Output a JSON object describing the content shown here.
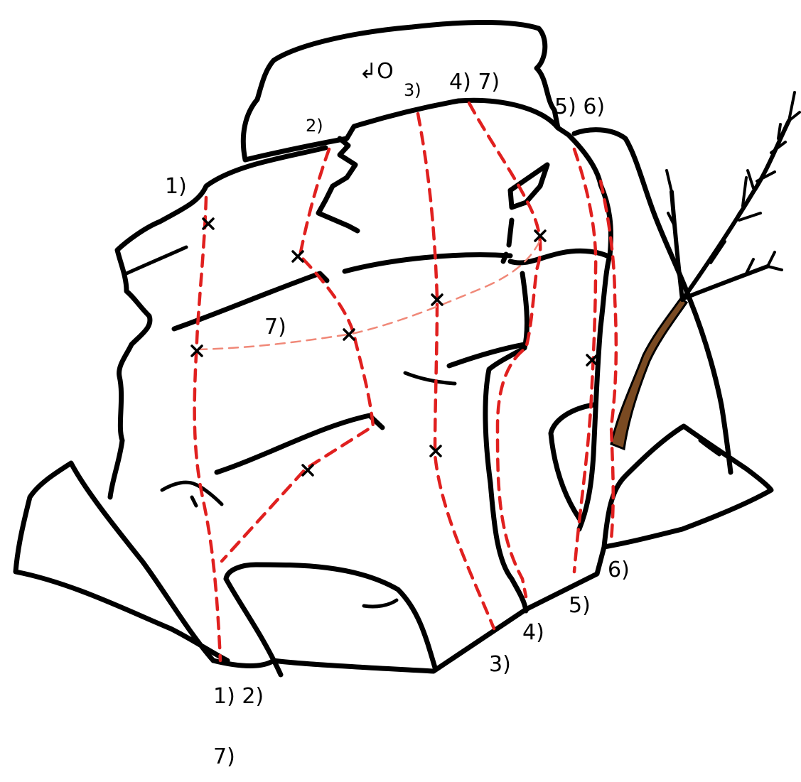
{
  "colors": {
    "outline": "#000000",
    "route": "#e0201f",
    "traverse": "#f08878",
    "trunk": "#7a4a22",
    "background": "#ffffff"
  },
  "top_labels": {
    "descent_arrow": "↲O",
    "r1": "1)",
    "r2": "2)",
    "r3": "3)",
    "r4_r7": "4) 7)",
    "r5_r6": "5) 6)"
  },
  "mid_labels": {
    "traverse": "7)"
  },
  "bottom_labels": {
    "r1_r2": "1) 2)",
    "r7": "7)",
    "r3": "3)",
    "r4": "4)",
    "r5": "5)",
    "r6": "6)"
  },
  "bolt_symbol": "x"
}
